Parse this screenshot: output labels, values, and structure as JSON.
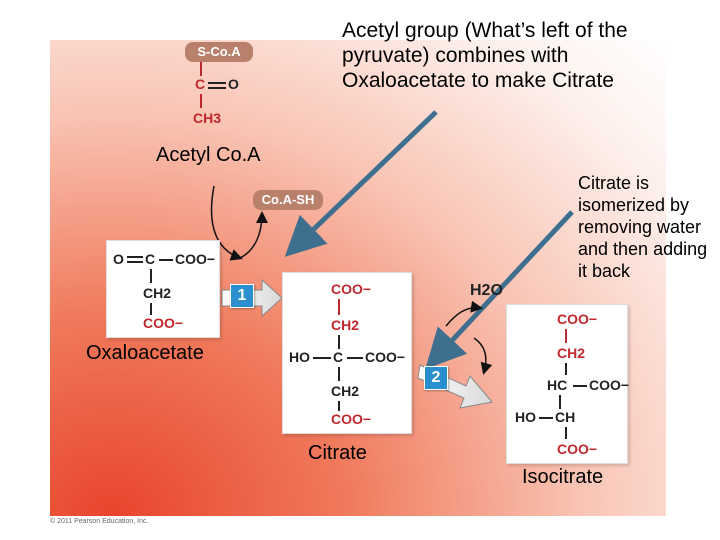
{
  "notes": {
    "acetyl_note": "Acetyl group (What’s left of the pyruvate) combines with Oxaloacetate to make Citrate",
    "isomer_note": "Citrate is isomerized by removing water and then adding it back"
  },
  "acetyl_coa": {
    "label": "Acetyl Co.A",
    "scoa": "S-Co.A",
    "c": "C",
    "o": "O",
    "ch3": "CH3"
  },
  "coash": "Co.A-SH",
  "h2o": "H2O",
  "steps": {
    "step1": "1",
    "step2": "2"
  },
  "oxaloacetate": {
    "label": "Oxaloacetate",
    "o": "O",
    "c": "C",
    "coo1": "COO−",
    "ch2": "CH2",
    "coo2": "COO−"
  },
  "citrate": {
    "label": "Citrate",
    "coo_top": "COO−",
    "ch2_top": "CH2",
    "ho": "HO",
    "c": "C",
    "coo_mid": "COO−",
    "ch2_bot": "CH2",
    "coo_bot": "COO−"
  },
  "isocitrate": {
    "label": "Isocitrate",
    "coo_top": "COO−",
    "ch2": "CH2",
    "hc": "HC",
    "coo_mid": "COO−",
    "ho": "HO",
    "ch": "CH",
    "coo_bot": "COO−"
  },
  "copyright": "© 2011 Pearson Education, Inc."
}
